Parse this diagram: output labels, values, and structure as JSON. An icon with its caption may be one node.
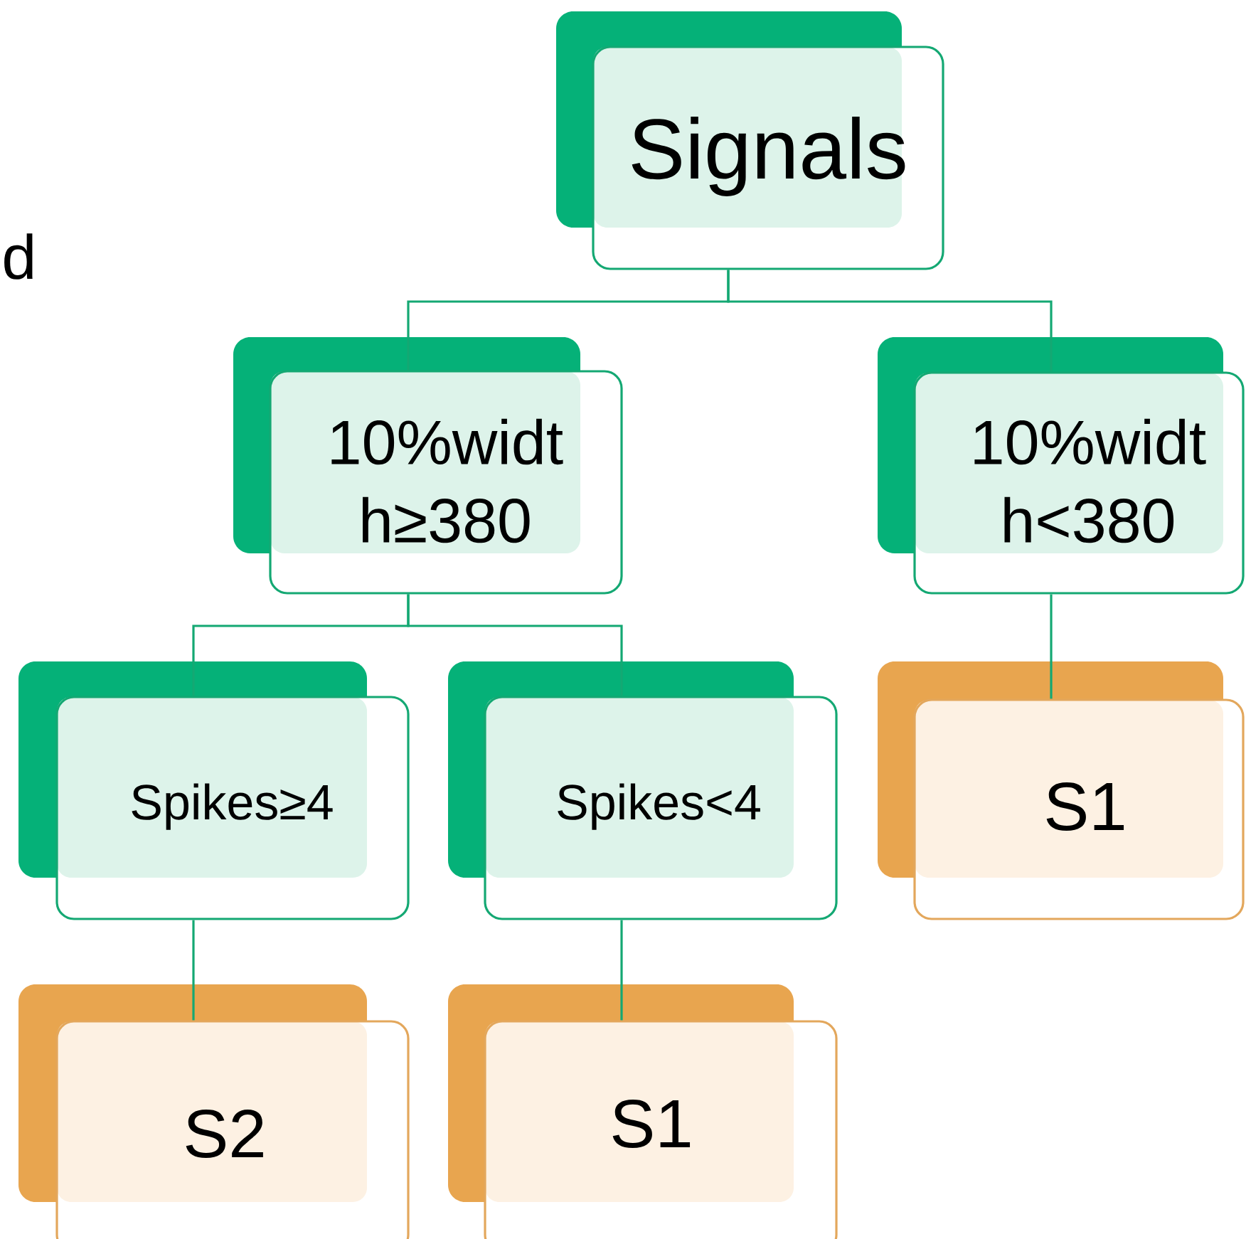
{
  "diagram": {
    "nodes": [
      {
        "text": [
          "Signals"
        ]
      },
      {
        "text": [
          "10%widt h≥380"
        ]
      },
      {
        "text": [
          "10%widt h<380"
        ]
      },
      {
        "text": [
          "Spikes≥4"
        ]
      },
      {
        "text": [
          "Spikes<4"
        ]
      },
      {
        "text": [
          "S1"
        ]
      },
      {
        "text": [
          "S2"
        ]
      },
      {
        "text": [
          "S1"
        ]
      }
    ],
    "edges": [
      {
        "from": 0,
        "to": 1,
        "arrow": "none"
      },
      {
        "from": 0,
        "to": 2,
        "arrow": "none"
      },
      {
        "from": 1,
        "to": 3,
        "arrow": "none"
      },
      {
        "from": 1,
        "to": 4,
        "arrow": "none"
      },
      {
        "from": 2,
        "to": 5,
        "arrow": "none"
      },
      {
        "from": 3,
        "to": 6,
        "arrow": "none"
      },
      {
        "from": 4,
        "to": 7,
        "arrow": "none"
      }
    ],
    "labels": [
      "d"
    ]
  }
}
